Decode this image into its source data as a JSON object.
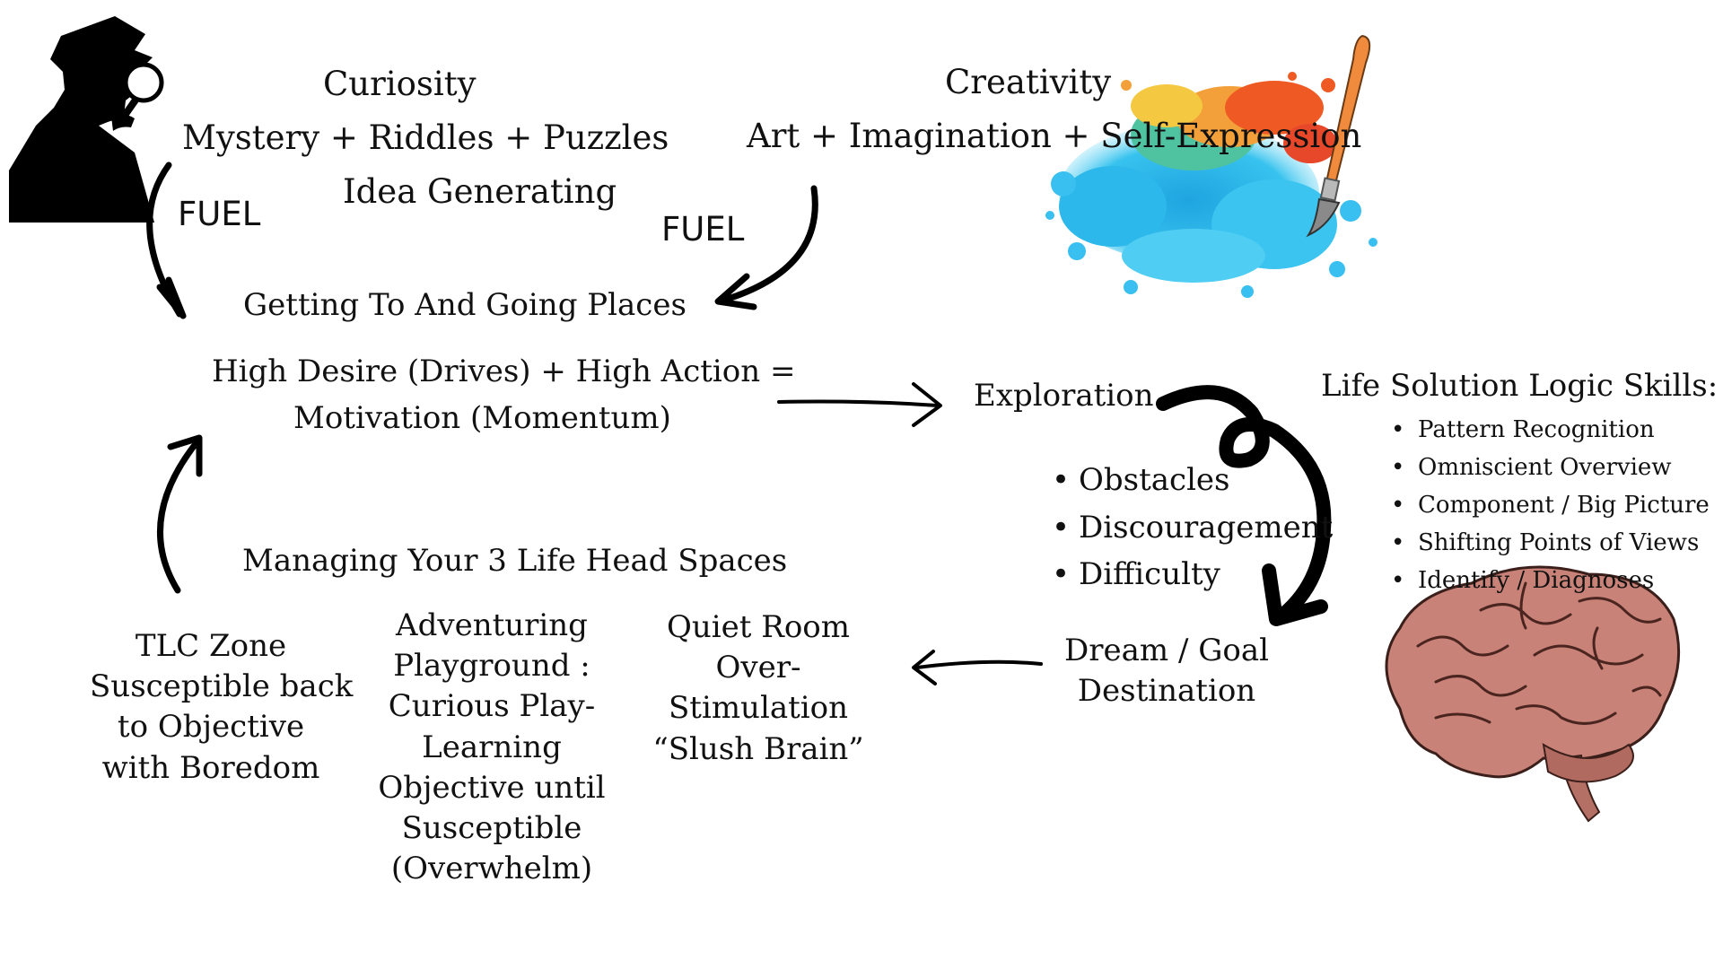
{
  "curiosity": {
    "title": "Curiosity",
    "line1": "Mystery + Riddles + Puzzles",
    "line2": "Idea Generating",
    "fuel": "FUEL"
  },
  "creativity": {
    "title": "Creativity",
    "line1": "Art + Imagination + Self-Expression",
    "fuel": "FUEL"
  },
  "center": {
    "getting": "Getting To And Going  Places",
    "line1": "High Desire (Drives) + High Action =",
    "line2": "Motivation (Momentum)"
  },
  "exploration": "Exploration",
  "obstacles": [
    "Obstacles",
    "Discouragement",
    "Difficulty"
  ],
  "logic": {
    "title": "Life Solution Logic Skills:",
    "items": [
      "Pattern Recognition",
      "Omniscient Overview",
      "Component / Big Picture",
      "Shifting Points of Views",
      "Identify / Diagnoses"
    ]
  },
  "dream": {
    "line1": "Dream / Goal",
    "line2": "Destination"
  },
  "managing": "Managing Your 3 Life Head Spaces",
  "tlc": [
    "TLC Zone",
    "Susceptible back",
    "to Objective",
    "with Boredom"
  ],
  "adventuring": [
    "Adventuring",
    "Playground :",
    "Curious Play-",
    "Learning",
    "Objective until",
    "Susceptible",
    "(Overwhelm)"
  ],
  "quiet": [
    "Quiet Room",
    "Over-",
    "Stimulation",
    "“Slush Brain”"
  ],
  "icons": [
    "detective-icon",
    "paint-splash-icon",
    "paintbrush-icon",
    "brain-icon"
  ],
  "colors": {
    "ink": "#111111",
    "brain": "#c98278",
    "splash_blue": "#2ab6e8",
    "splash_orange": "#f07a22"
  }
}
